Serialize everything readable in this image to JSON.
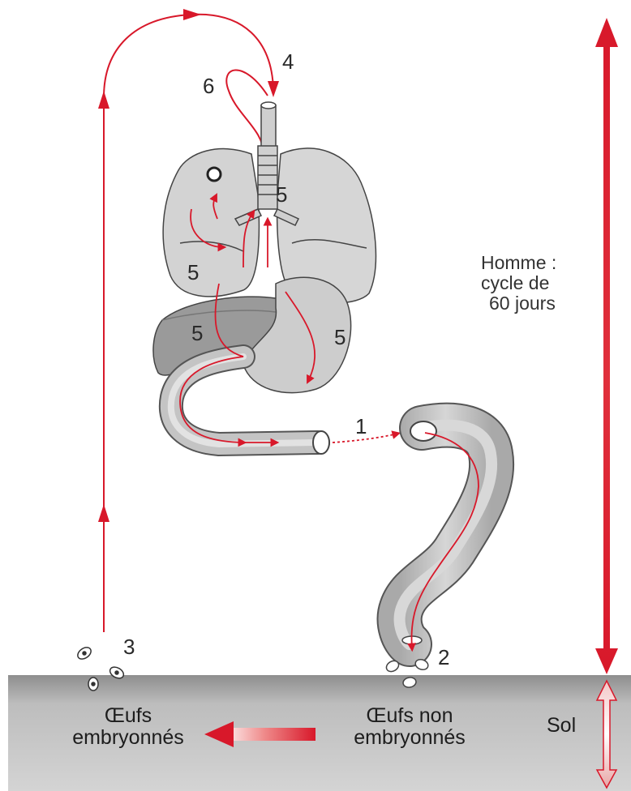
{
  "labels": {
    "step1": "1",
    "step2": "2",
    "step3": "3",
    "step4": "4",
    "step6": "6",
    "step5_a": "5",
    "step5_b": "5",
    "step5_c": "5",
    "step5_d": "5"
  },
  "human": {
    "line1": "Homme :",
    "line2": "cycle de",
    "line3": "60 jours"
  },
  "soil": {
    "embryonated": [
      "Œufs",
      "embryonnés"
    ],
    "non_embryonated": [
      "Œufs non",
      "embryonnés"
    ],
    "sol": "Sol"
  },
  "colors": {
    "arrow_red": "#d8182a",
    "organ_fill": "#c9c9c9",
    "soil_fill": "#bcbcbc"
  }
}
